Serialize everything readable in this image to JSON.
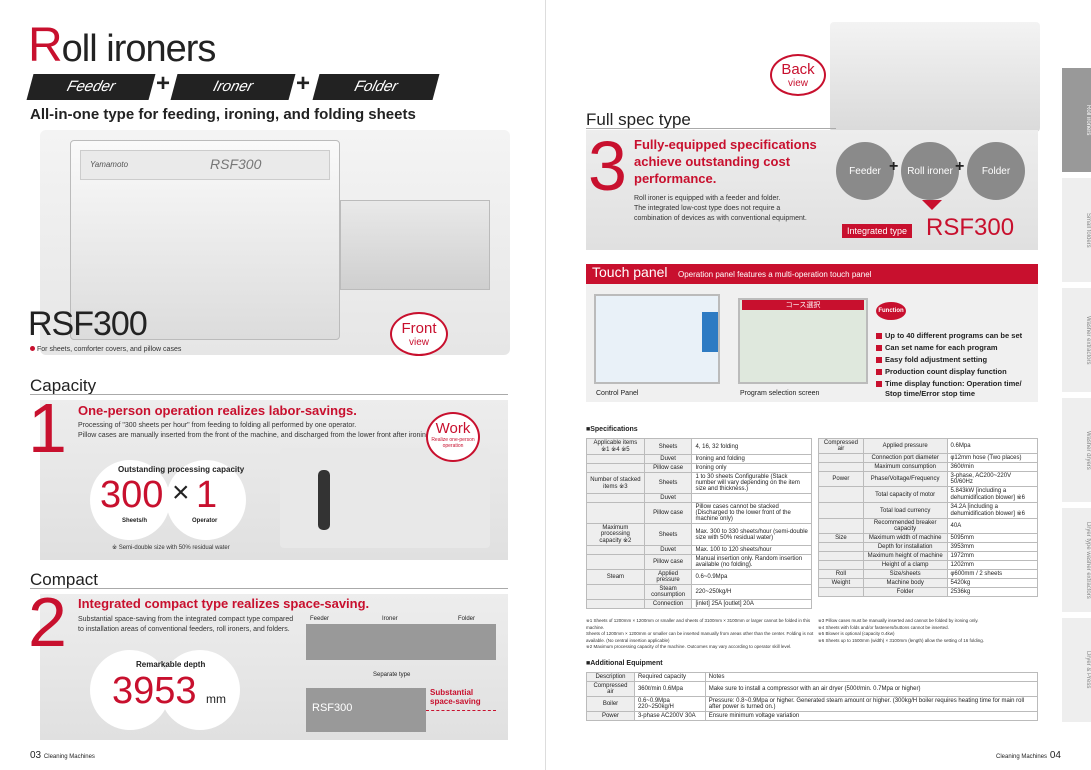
{
  "left": {
    "title_cap": "R",
    "title_rest": "oll ironers",
    "pills": [
      "Feeder",
      "Ironer",
      "Folder"
    ],
    "plus": "+",
    "subtitle": "All-in-one type for feeding, ironing, and folding sheets",
    "machine_label": "RSF300",
    "machine_brand": "Yamamoto",
    "model": "RSF300",
    "model_note": "For sheets, comforter covers, and pillow cases",
    "front_tag": {
      "big": "Front",
      "sm": "view"
    },
    "capacity": {
      "head": "Capacity",
      "num": "1",
      "red": "One-person operation realizes labor-savings.",
      "text1": "Processing of \"300 sheets per hour\" from feeding to folding all performed by one operator.",
      "text2": "Pillow cases are manually inserted from the front of the machine, and discharged from the lower front after ironing.",
      "circle_head": "Outstanding processing capacity",
      "big": "300",
      "times": "×",
      "one": "1",
      "unit1": "Sheets/h",
      "unit2": "Operator",
      "note": "※ Semi-double size with 50% residual water",
      "work_tag": {
        "big": "Work",
        "sm": "Realize one-person operation"
      }
    },
    "compact": {
      "head": "Compact",
      "num": "2",
      "red": "Integrated compact type realizes space-saving.",
      "text1": "Substantial space-saving from the integrated compact type compared",
      "text2": "to installation areas of conventional feeders, roll ironers, and folders.",
      "circle_head": "Remarkable depth",
      "big": "3953",
      "unit": "mm",
      "diagram": {
        "feeder": "Feeder",
        "ironer": "Ironer",
        "folder": "Folder",
        "separate": "Separate type",
        "rsf": "RSF300",
        "saving": "Substantial space-saving"
      }
    },
    "footer_page": "03",
    "footer_text": "Cleaning Machines"
  },
  "right": {
    "back_tag": {
      "big": "Back",
      "sm": "view"
    },
    "full_spec": "Full spec type",
    "num": "3",
    "red": "Fully-equipped specifications achieve outstanding cost performance.",
    "text1": "Roll ironer is equipped with a feeder and folder.",
    "text2": "The integrated low-cost type does not require a",
    "text3": "combination of devices as with conventional equipment.",
    "circles": [
      "Feeder",
      "Roll ironer",
      "Folder"
    ],
    "plus": "+",
    "integrated_label": "Integrated type",
    "integrated_model": "RSF300",
    "touch": {
      "title": "Touch panel",
      "sub": "Operation panel features a multi-operation touch panel",
      "control": "Control Panel",
      "program": "Program selection screen",
      "screen_title": "コース選択",
      "function": "Function",
      "bullets": [
        "Up to 40 different programs can be set",
        "Can set name for each program",
        "Easy fold adjustment setting",
        "Production count display function",
        "Time display function: Operation time/",
        "Stop time/Error stop time"
      ]
    },
    "specs_title": "Specifications",
    "specs_left": [
      [
        "Applicable items ※1 ※4 ※5",
        "Sheets",
        "4, 16, 32 folding"
      ],
      [
        "",
        "Duvet",
        "Ironing and folding"
      ],
      [
        "",
        "Pillow case",
        "Ironing only"
      ],
      [
        "Number of stacked items ※3",
        "Sheets",
        "1 to 30 sheets Configurable (Stack number will vary depending on the item size and thickness.)"
      ],
      [
        "",
        "Duvet",
        ""
      ],
      [
        "",
        "Pillow case",
        "Pillow cases cannot be stacked (Discharged to the lower front of the machine only)"
      ],
      [
        "Maximum processing capacity ※2",
        "Sheets",
        "Max. 300 to 330 sheets/hour (semi-double size with 50% residual water)"
      ],
      [
        "",
        "Duvet",
        "Max. 100 to 120 sheets/hour"
      ],
      [
        "",
        "Pillow case",
        "Manual insertion only. Random insertion available (no folding)."
      ],
      [
        "Steam",
        "Applied pressure",
        "0.6~0.9Mpa"
      ],
      [
        "",
        "Steam consumption",
        "220~250kg/H"
      ],
      [
        "",
        "Connection",
        "[inlet] 25A  [outlet] 20A"
      ]
    ],
    "specs_right": [
      [
        "Compressed air",
        "Applied pressure",
        "0.6Mpa"
      ],
      [
        "",
        "Connection port diameter",
        "φ12mm hose (Two places)"
      ],
      [
        "",
        "Maximum consumption",
        "360ℓ/min"
      ],
      [
        "Power",
        "Phase/Voltage/Frequency",
        "3-phase, AC200~220V 50/60Hz"
      ],
      [
        "",
        "Total capacity of motor",
        "5.843kW [including a dehumidification blower] ※6"
      ],
      [
        "",
        "Total load currency",
        "34.2A [including a dehumidification blower] ※6"
      ],
      [
        "",
        "Recommended breaker capacity",
        "40A"
      ],
      [
        "Size",
        "Maximum width of machine",
        "5095mm"
      ],
      [
        "",
        "Depth for installation",
        "3953mm"
      ],
      [
        "",
        "Maximum height of machine",
        "1972mm"
      ],
      [
        "",
        "Height of a clamp",
        "1202mm"
      ],
      [
        "Roll",
        "Size/sheets",
        "φ600mm / 2 sheets"
      ],
      [
        "Weight",
        "Machine body",
        "5420kg"
      ],
      [
        "",
        "Folder",
        "2536kg"
      ]
    ],
    "notes_left": [
      "※1 Sheets of 1200mm × 1200mm or smaller and sheets of 3100mm × 3100mm or larger cannot be folded in this machine.",
      "Sheets of 1200mm × 1200mm or smaller can be inserted manually from areas other than the center. Folding is not available. (No central insertion applicable)",
      "※2 Maximum processing capacity of the machine. Outcomes may vary according to operator skill level."
    ],
    "notes_right": [
      "※3 Pillow cases must be manually inserted and cannot be folded by ironing only.",
      "※4 Sheets with folds and/or fasteners/buttons cannot be inserted.",
      "※5 Blower is optional (capacity 0.4kw)",
      "※6 Sheets up to 1500mm (width) × 3100mm (length) allow the setting of 16 folding."
    ],
    "additional_title": "Additional Equipment",
    "additional_head": [
      "Description",
      "Required capacity",
      "Notes"
    ],
    "additional_rows": [
      [
        "Compressed air",
        "360ℓ/min 0.6Mpa",
        "Make sure to install a compressor with an air dryer (500ℓ/min. 0.7Mpa or higher)"
      ],
      [
        "Boiler",
        "0.6~0.9Mpa 220~250kg/H",
        "Pressure: 0.8~0.9Mpa or higher. Generated steam amount or higher. (300kg/H boiler requires heating time for main roll after power is turned on.)"
      ],
      [
        "Power",
        "3-phase AC200V 30A",
        "Ensure minimum voltage variation"
      ]
    ],
    "footer_text": "Cleaning Machines",
    "footer_page": "04",
    "sidebar": [
      "Roll ironers",
      "Small folders",
      "Washer extractors",
      "Washer dryers",
      "Dryer type washer extractors",
      "Dryer & Press"
    ]
  }
}
